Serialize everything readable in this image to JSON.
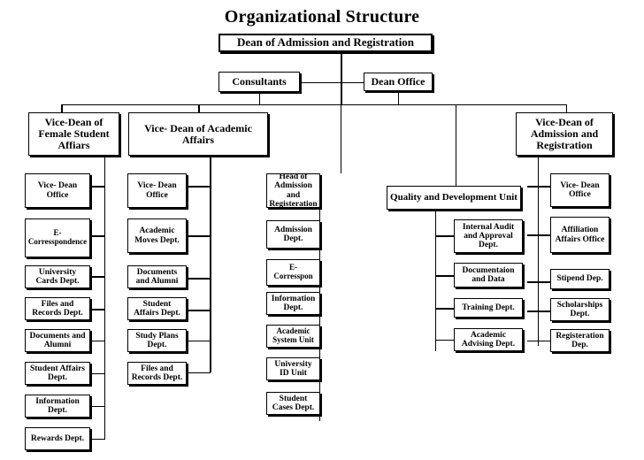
{
  "title": "Organizational Structure",
  "root": {
    "label": "Dean of Admission and Registration"
  },
  "staff": [
    {
      "label": "Consultants"
    },
    {
      "label": "Dean Office"
    }
  ],
  "branches": [
    {
      "head": "Vice-Dean of Female Student Affiars",
      "children": [
        "Vice- Dean Office",
        "E- Corresspondence",
        "University Cards Dept.",
        "Files and Records Dept.",
        "Documents and Alumni",
        "Student Affairs Dept.",
        "Information Dept.",
        "Rewards Dept."
      ]
    },
    {
      "head": "Vice- Dean of Academic Affairs",
      "children": [
        "Vice- Dean Office",
        "Academic Moves Dept.",
        "Documents and Alumni",
        "Student Affairs Dept.",
        "Study Plans Dept.",
        "Files and Records Dept."
      ]
    },
    {
      "head": "Head of Admission and Registeration",
      "children": [
        "Admission Dept.",
        "E- Corresspon",
        "Information Dept.",
        "Academic System Unit",
        "University ID Unit",
        "Student Cases Dept."
      ]
    },
    {
      "head": "Quality and Development Unit",
      "children": [
        "Internal Audit and Approval Dept.",
        "Documentaion and Data",
        "Training Dept.",
        "Academic Advising Dept."
      ]
    },
    {
      "head": "Vice-Dean of Admission and Registration",
      "children": [
        "Vice- Dean Office",
        "Affiliation Affairs Office",
        "Stipend Dep.",
        "Scholarships Dept.",
        "Registeration Dep."
      ]
    }
  ],
  "colors": {
    "background": "#ffffff",
    "line": "#000000",
    "text": "#000000"
  }
}
